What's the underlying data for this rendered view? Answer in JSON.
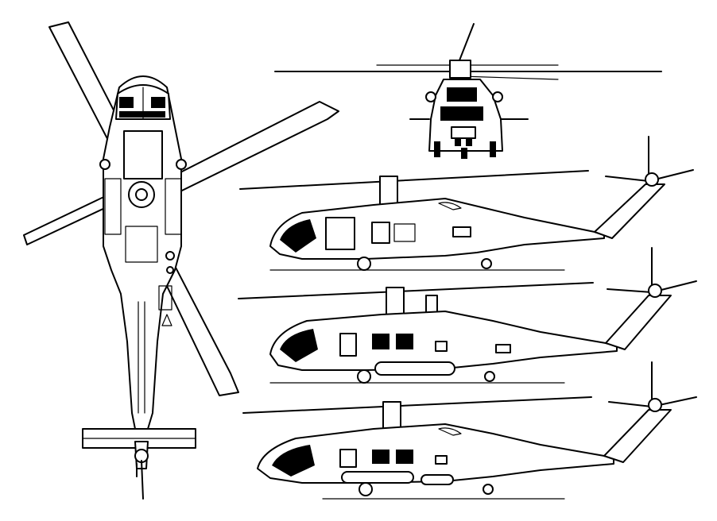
{
  "figure": {
    "views": [
      "top-view",
      "front-view",
      "side-view-1",
      "side-view-2",
      "side-view-3"
    ],
    "colors": {
      "ink": "#000000",
      "paper": "#ffffff"
    }
  }
}
